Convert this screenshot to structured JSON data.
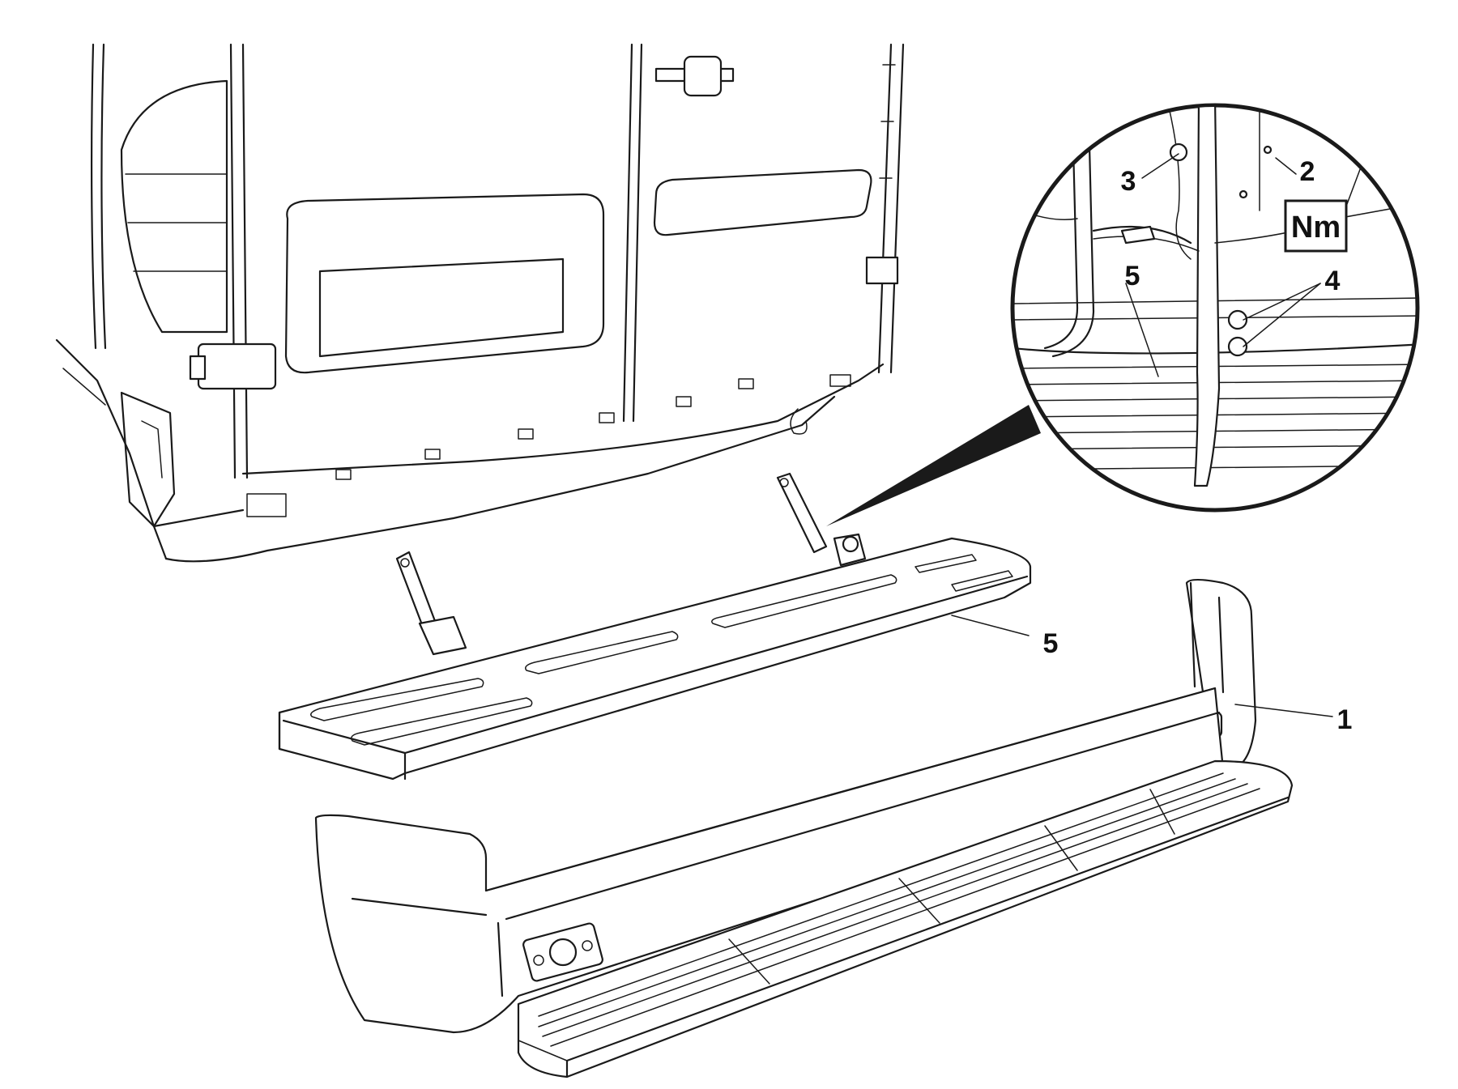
{
  "diagram": {
    "callouts": [
      {
        "id": "1",
        "text": "1"
      },
      {
        "id": "2",
        "text": "2"
      },
      {
        "id": "3",
        "text": "3"
      },
      {
        "id": "4",
        "text": "4"
      },
      {
        "id": "5-main",
        "text": "5"
      },
      {
        "id": "5-detail",
        "text": "5"
      }
    ],
    "torque_symbol": "Nm",
    "colors": {
      "line": "#1a1a1a",
      "background": "#ffffff"
    }
  }
}
